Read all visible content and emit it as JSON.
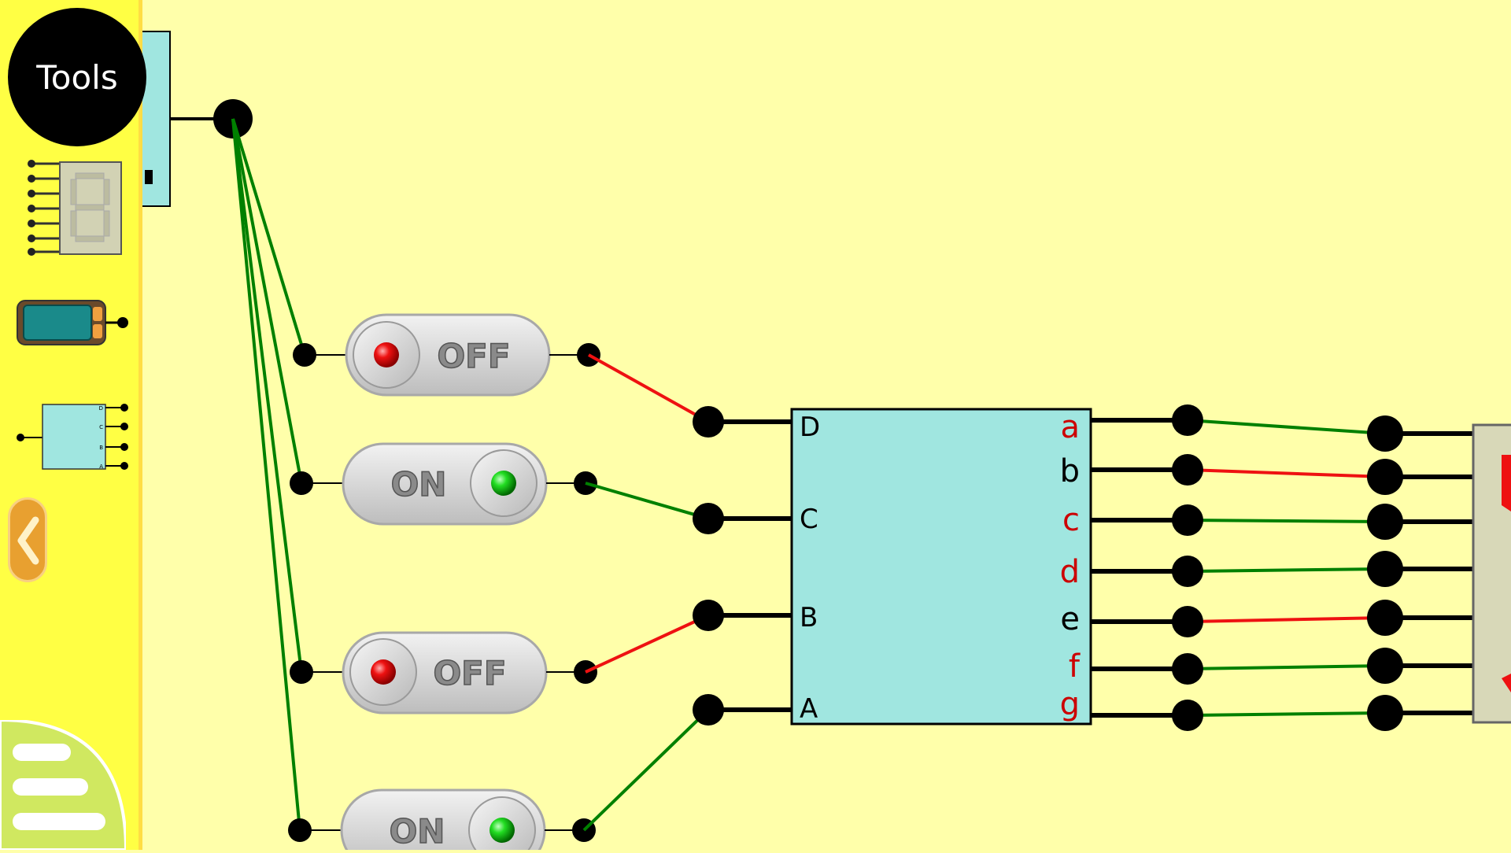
{
  "sidebar": {
    "tools_label": "Tools",
    "items": [
      {
        "name": "seven-segment-display-tool"
      },
      {
        "name": "number-input-tool"
      },
      {
        "name": "decoder-chip-tool"
      }
    ],
    "mini_chip_pins": [
      "D",
      "C",
      "B",
      "A"
    ]
  },
  "switches": [
    {
      "label": "OFF",
      "state": "off"
    },
    {
      "label": "ON",
      "state": "on"
    },
    {
      "label": "OFF",
      "state": "off"
    },
    {
      "label": "ON",
      "state": "on"
    }
  ],
  "decoder": {
    "inputs": [
      "D",
      "C",
      "B",
      "A"
    ],
    "outputs": [
      {
        "label": "a",
        "active": true
      },
      {
        "label": "b",
        "active": false
      },
      {
        "label": "c",
        "active": true
      },
      {
        "label": "d",
        "active": true
      },
      {
        "label": "e",
        "active": false
      },
      {
        "label": "f",
        "active": true
      },
      {
        "label": "g",
        "active": true
      }
    ]
  },
  "colors": {
    "background": "#ffffaa",
    "sidebar": "#ffff44",
    "wire_high": "#008000",
    "wire_low": "#ee1111",
    "chip": "#a0e6e0",
    "label_active": "#cc0000",
    "label_inactive": "#000000"
  }
}
